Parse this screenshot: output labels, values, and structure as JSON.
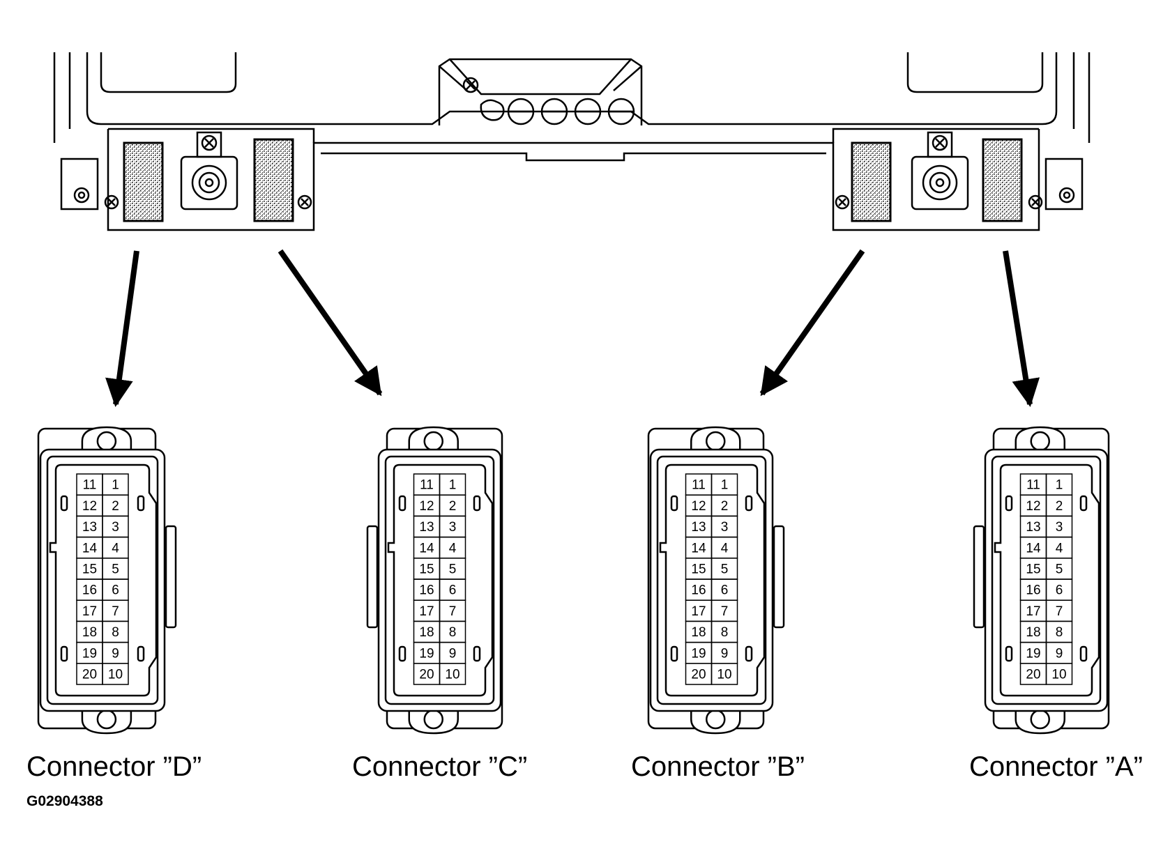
{
  "connector_labels": {
    "d": "Connector ”D”",
    "c": "Connector ”C”",
    "b": "Connector ”B”",
    "a": "Connector ”A”"
  },
  "figure_id": "G02904388",
  "pins_left": [
    "11",
    "12",
    "13",
    "14",
    "15",
    "16",
    "17",
    "18",
    "19",
    "20"
  ],
  "pins_right": [
    "1",
    "2",
    "3",
    "4",
    "5",
    "6",
    "7",
    "8",
    "9",
    "10"
  ],
  "colors": {
    "ink": "#000000",
    "paper": "#ffffff"
  }
}
